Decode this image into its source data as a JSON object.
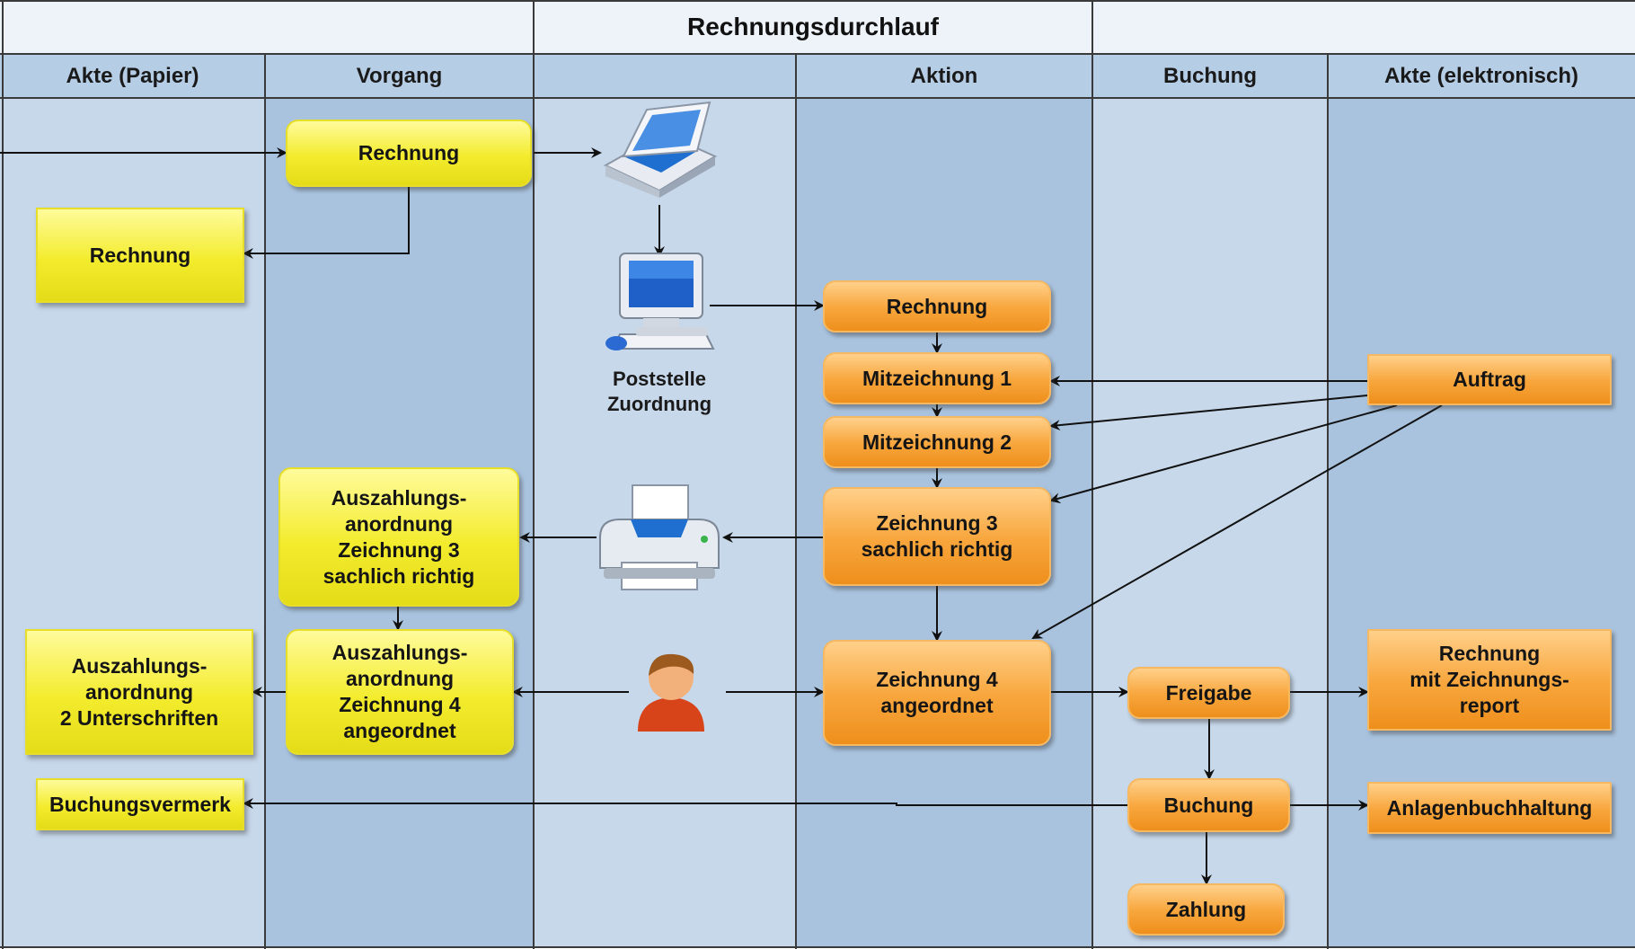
{
  "diagram": {
    "title": "Rechnungsdurchlauf",
    "lanes": [
      {
        "id": "akte-papier",
        "label": "Akte (Papier)"
      },
      {
        "id": "vorgang",
        "label": "Vorgang"
      },
      {
        "id": "unlabeled",
        "label": ""
      },
      {
        "id": "aktion",
        "label": "Aktion"
      },
      {
        "id": "buchung",
        "label": "Buchung"
      },
      {
        "id": "akte-elektronisch",
        "label": "Akte (elektronisch)"
      }
    ],
    "nodes": {
      "rechnung_vorgang": "Rechnung",
      "rechnung_akte": "Rechnung",
      "rechnung_aktion": "Rechnung",
      "mitzeichnung1": "Mitzeichnung 1",
      "mitzeichnung2": "Mitzeichnung 2",
      "zeichnung3": "Zeichnung 3\nsachlich richtig",
      "zeichnung4": "Zeichnung 4\nangeordnet",
      "auftrag": "Auftrag",
      "auszahlung3": "Auszahlungs-\nanordnung\nZeichnung 3\nsachlich richtig",
      "auszahlung4": "Auszahlungs-\nanordnung\nZeichnung 4\nangeordnet",
      "auszahlung_akte": "Auszahlungs-\nanordnung\n2 Unterschriften",
      "buchungsvermerk": "Buchungsvermerk",
      "freigabe": "Freigabe",
      "buchung": "Buchung",
      "zahlung": "Zahlung",
      "rechnung_report": "Rechnung\nmit Zeichnungs-\nreport",
      "anlagenbuchhaltung": "Anlagenbuchhaltung"
    },
    "icons": {
      "scanner": "scanner-icon",
      "computer": "computer-icon",
      "printer": "printer-icon",
      "person": "person-icon"
    },
    "computer_caption": "Poststelle\nZuordnung",
    "colors": {
      "lane_light": "#c7d8eb",
      "lane_dark": "#a9c3df",
      "header": "#b6cde6",
      "yellow": "#f3ec2d",
      "orange": "#f8a73e",
      "line": "#111111"
    }
  }
}
